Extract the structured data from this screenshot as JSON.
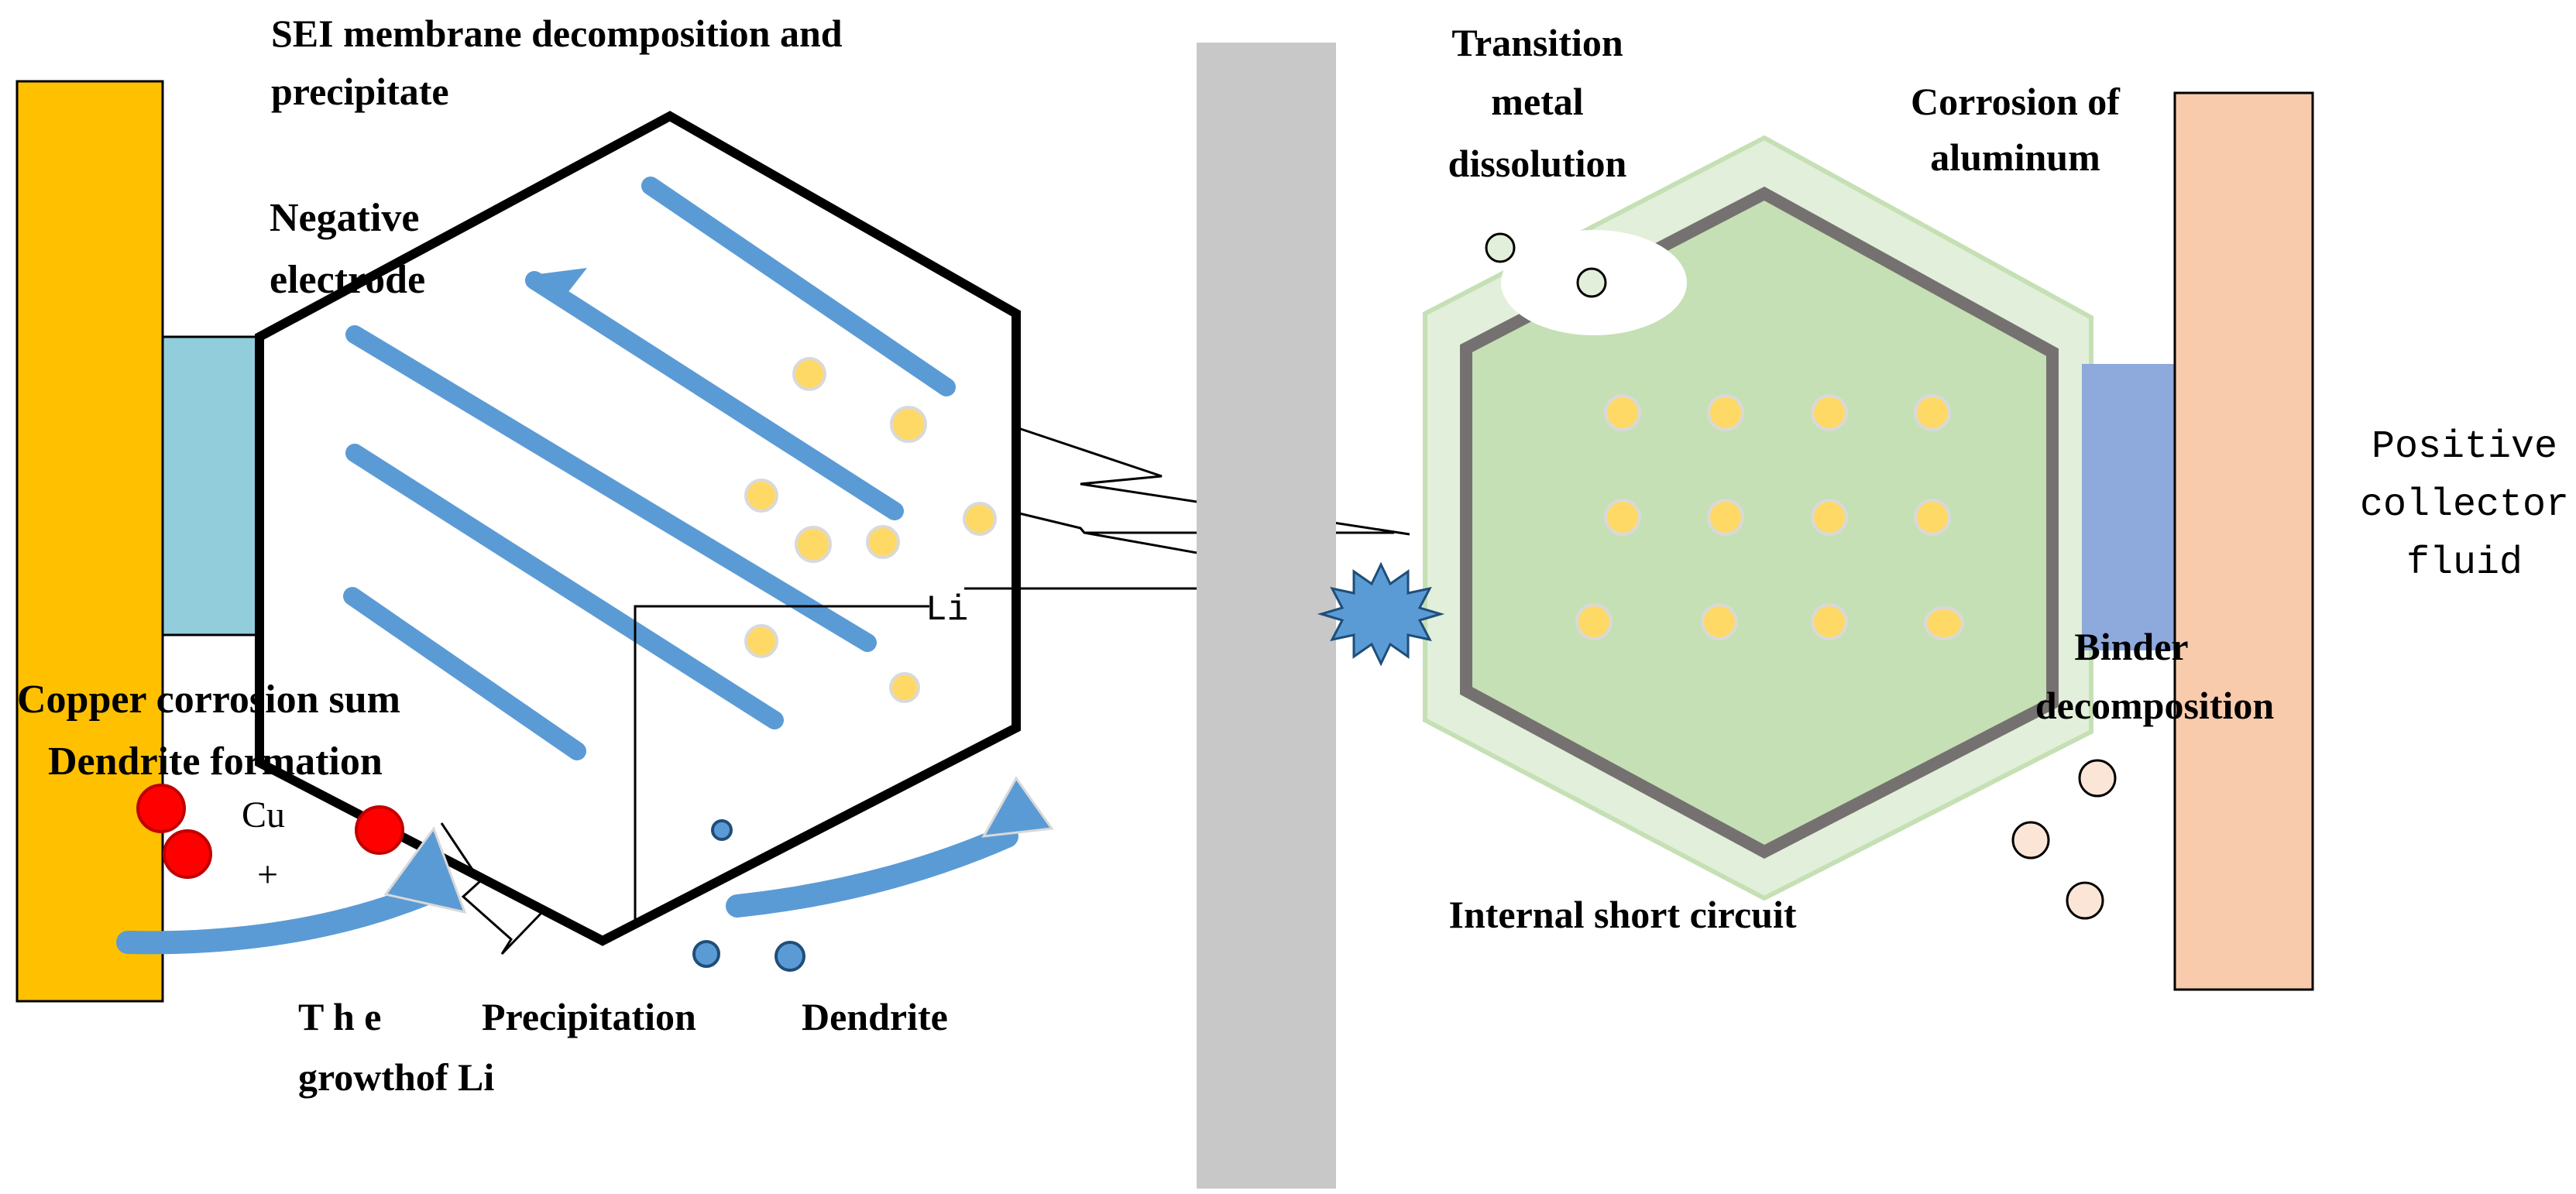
{
  "labels": {
    "sei_line1": "SEI membrane decomposition and",
    "sei_line2": "precipitate",
    "negative_line1": "Negative",
    "negative_line2": "electrode",
    "copper_corrosion": "Copper corrosion sum",
    "dendrite_formation": "Dendrite formation",
    "cu": "Cu",
    "cu_plus": "+",
    "li": "Li",
    "the_growth_line1": "T h e",
    "the_growth_line2": "growthof Li",
    "precipitation": "Precipitation",
    "dendrite": "Dendrite",
    "transition_line1": "Transition",
    "transition_line2": "metal",
    "transition_line3": "dissolution",
    "corrosion_al_line1": "Corrosion of",
    "corrosion_al_line2": "aluminum",
    "positive_line1": "Positive",
    "positive_line2": "collector",
    "positive_line3": "fluid",
    "binder_line1": "Binder",
    "binder_line2": "decomposition",
    "internal_short": "Internal short circuit"
  },
  "colors": {
    "copper_collector": "#FFC000",
    "negative_connector": "#92CDDC",
    "separator": "#C8C8C8",
    "cathode_outer": "#E2EFDA",
    "cathode_inner": "#C5E0B4",
    "cathode_border": "#767171",
    "positive_connector": "#8EA9DB",
    "positive_collector": "#F8CBAD",
    "graphite_layer": "#5B9BD5",
    "lithium_ion": "#FFD966",
    "copper_ion": "#FF0000",
    "short_circuit_burst": "#5B9BD5"
  },
  "icons": {
    "short_circuit": "starburst-icon",
    "ion": "circle-icon",
    "arrow": "curved-arrow-icon",
    "lightning": "zigzag-lightning-icon"
  }
}
